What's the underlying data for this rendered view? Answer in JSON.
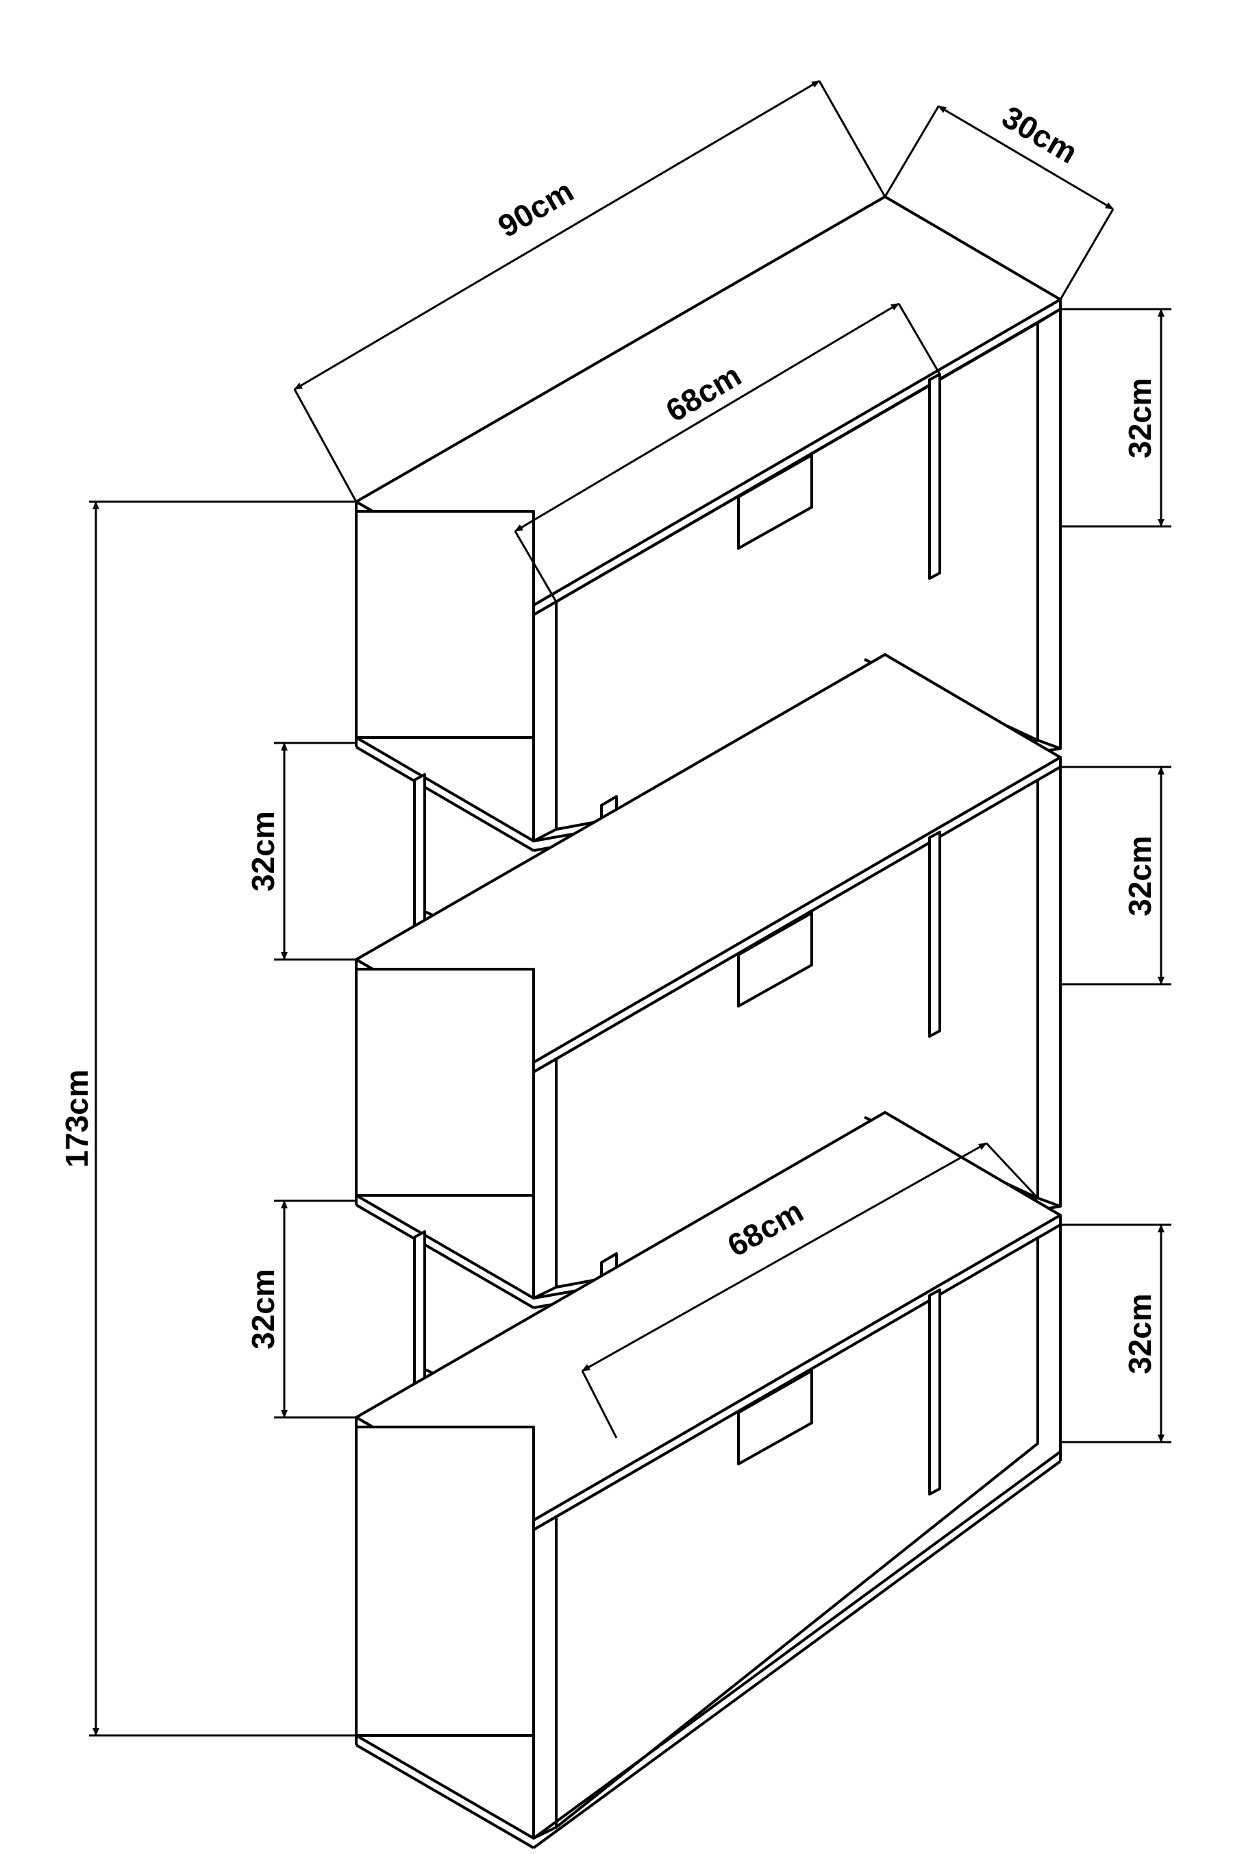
{
  "colors": {
    "line": "#000000",
    "background": "#ffffff"
  },
  "dimensions": {
    "overall_width": "90cm",
    "depth": "30cm",
    "overall_height": "173cm",
    "inner_width_top": "68cm",
    "inner_width_lower": "68cm",
    "shelf_height_right_1": "32cm",
    "shelf_height_right_2": "32cm",
    "shelf_height_right_3": "32cm",
    "shelf_height_left_1": "32cm",
    "shelf_height_left_2": "32cm"
  }
}
